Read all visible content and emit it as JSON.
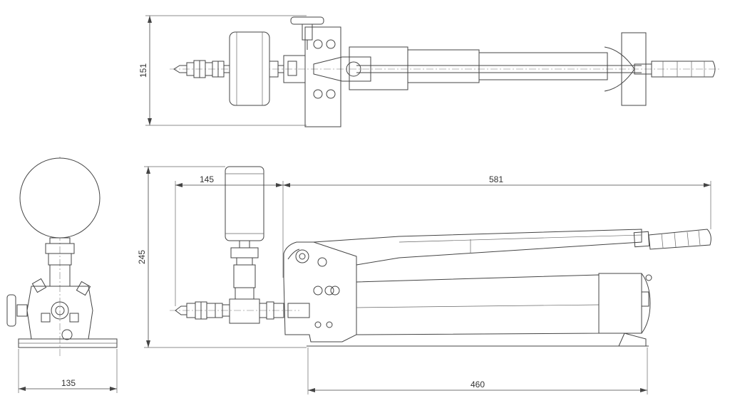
{
  "dimensions": {
    "top_height": "151",
    "side_height": "245",
    "gauge_offset": "145",
    "overall_length": "581",
    "front_width": "135",
    "base_length": "460"
  }
}
